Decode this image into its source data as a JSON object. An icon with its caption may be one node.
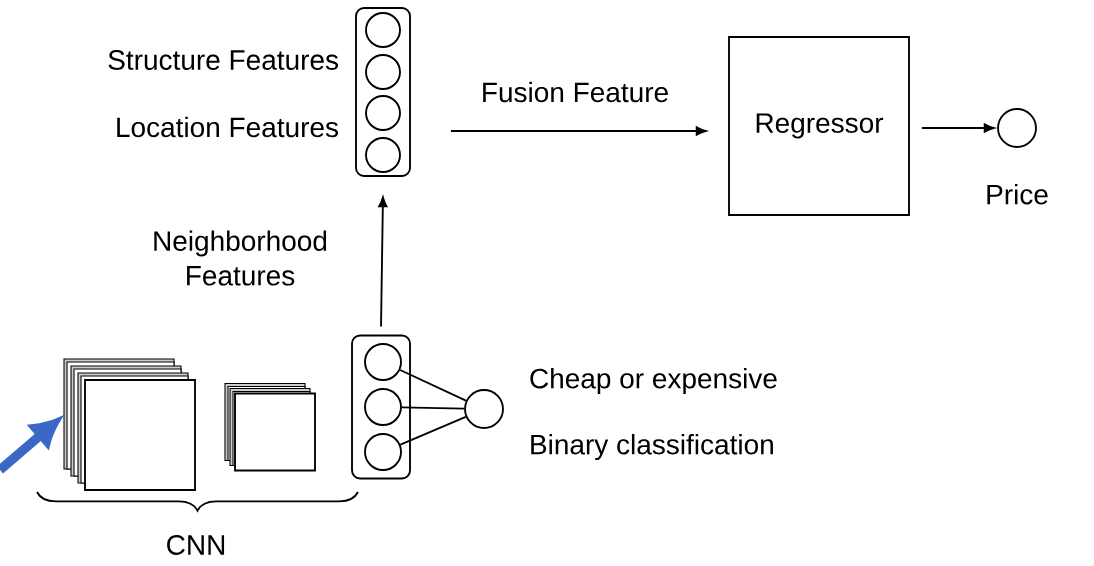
{
  "diagram": {
    "nodes": [
      {
        "text": [],
        "shape": "box",
        "beside": [
          "Structure Features",
          "Location Features"
        ]
      },
      {
        "text": [],
        "shape": "circle",
        "in": 0
      },
      {
        "text": [],
        "shape": "circle",
        "in": 0
      },
      {
        "text": [],
        "shape": "circle",
        "in": 0
      },
      {
        "text": [],
        "shape": "circle",
        "in": 0
      },
      {
        "text": [
          "Regressor"
        ]
      },
      {
        "text": [],
        "shape": "circle",
        "beside": [
          "Price"
        ]
      },
      {
        "text": [],
        "shape": "box"
      },
      {
        "text": [],
        "shape": "circle",
        "in": 7
      },
      {
        "text": [],
        "shape": "circle",
        "in": 7
      },
      {
        "text": [],
        "shape": "circle",
        "in": 7
      },
      {
        "text": [],
        "shape": "circle",
        "beside": [
          "Cheap or expensive",
          "Binary classification"
        ]
      },
      {
        "text": [],
        "shape": "box"
      },
      {
        "text": [],
        "shape": "box"
      }
    ],
    "edges": [
      {
        "from": 0,
        "to": 5,
        "arrow": "to",
        "label": "Fusion Feature"
      },
      {
        "from": 5,
        "to": 6,
        "arrow": "to"
      },
      {
        "from": 7,
        "to": 0,
        "arrow": "to",
        "label": "Neighborhood Features"
      },
      {
        "from": 8,
        "to": 11,
        "arrow": "none"
      },
      {
        "from": 9,
        "to": 11,
        "arrow": "none"
      },
      {
        "from": 10,
        "to": 11,
        "arrow": "none"
      },
      {
        "from": null,
        "to": 12,
        "arrow": "to",
        "style": "thick",
        "color": "#3b68c6"
      }
    ],
    "labels": [
      "CNN"
    ]
  }
}
